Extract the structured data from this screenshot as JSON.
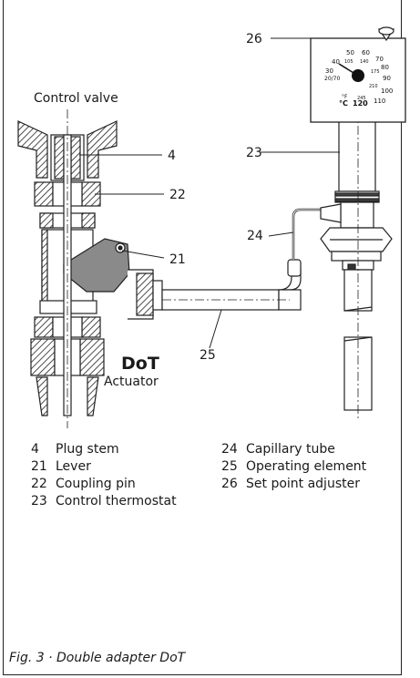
{
  "labels": {
    "control_valve": "Control valve",
    "actuator": "Actuator",
    "device": "DoT",
    "n4": "4",
    "n21": "21",
    "n22": "22",
    "n23": "23",
    "n24": "24",
    "n25": "25",
    "n26": "26"
  },
  "dial": {
    "outer": [
      "30",
      "40",
      "50",
      "60",
      "70",
      "80",
      "90",
      "100",
      "110",
      "120"
    ],
    "inner": [
      "20/70",
      "105",
      "140",
      "175",
      "210",
      "245"
    ],
    "unit_f": "°F",
    "unit_c": "°C"
  },
  "legend_left": [
    {
      "num": "4",
      "text": "Plug stem"
    },
    {
      "num": "21",
      "text": "Lever"
    },
    {
      "num": "22",
      "text": "Coupling pin"
    },
    {
      "num": "23",
      "text": "Control thermostat"
    }
  ],
  "legend_right": [
    {
      "num": "24",
      "text": "Capillary tube"
    },
    {
      "num": "25",
      "text": "Operating element"
    },
    {
      "num": "26",
      "text": "Set point adjuster"
    }
  ],
  "caption": "Fig. 3 · Double adapter DoT"
}
